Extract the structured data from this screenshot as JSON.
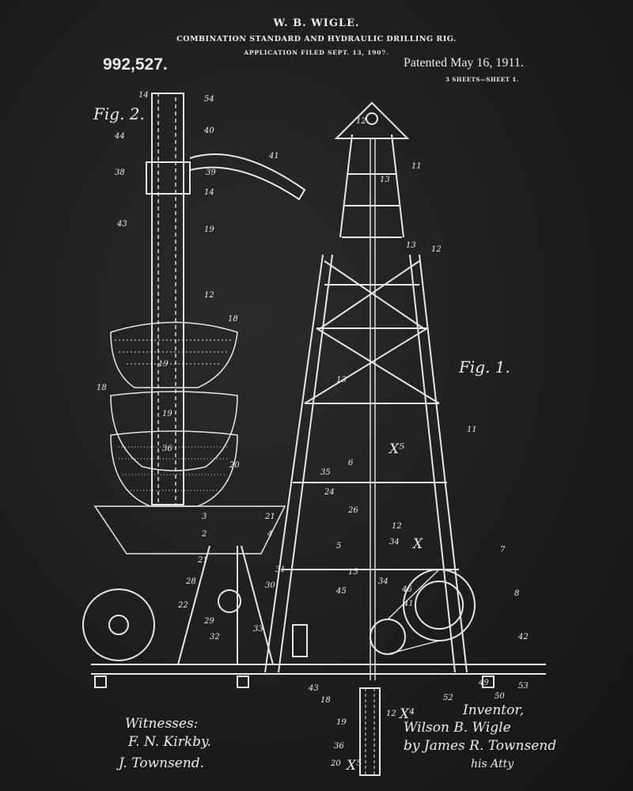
{
  "header": {
    "inventor_name": "W. B. WIGLE.",
    "title": "COMBINATION STANDARD AND HYDRAULIC DRILLING RIG.",
    "application": "APPLICATION FILED SEPT. 13, 1907.",
    "patent_number": "992,527.",
    "patented_date": "Patented May 16, 1911.",
    "sheets": "3 SHEETS—SHEET 1."
  },
  "figures": {
    "fig1": "Fig. 1.",
    "fig2": "Fig. 2."
  },
  "reference_numerals": [
    "14",
    "54",
    "40",
    "44",
    "38",
    "39",
    "14",
    "41",
    "43",
    "19",
    "12",
    "18",
    "19",
    "18",
    "19",
    "36",
    "20",
    "12",
    "13",
    "11",
    "13",
    "12",
    "13",
    "11",
    "6",
    "35",
    "24",
    "26",
    "12",
    "34",
    "3",
    "21",
    "2",
    "4",
    "5",
    "31",
    "30",
    "21",
    "28",
    "22",
    "29",
    "32",
    "33",
    "15",
    "45",
    "34",
    "46",
    "41",
    "7",
    "8",
    "42",
    "49",
    "50",
    "53",
    "52",
    "43",
    "18",
    "12",
    "19",
    "36",
    "20"
  ],
  "markers": {
    "x5_top": "X⁵",
    "x_mid": "X",
    "x4": "X⁴",
    "x5_bottom": "X⁵"
  },
  "signatures": {
    "witnesses_label": "Witnesses:",
    "witness1": "F. N. Kirkby.",
    "witness2": "J. Townsend.",
    "inventor_label": "Inventor,",
    "inventor": "Wilson B. Wigle",
    "attorney": "by James R. Townsend",
    "attorney_role": "his Atty"
  },
  "colors": {
    "background": "#1e1e1e",
    "ink": "#ececec"
  }
}
